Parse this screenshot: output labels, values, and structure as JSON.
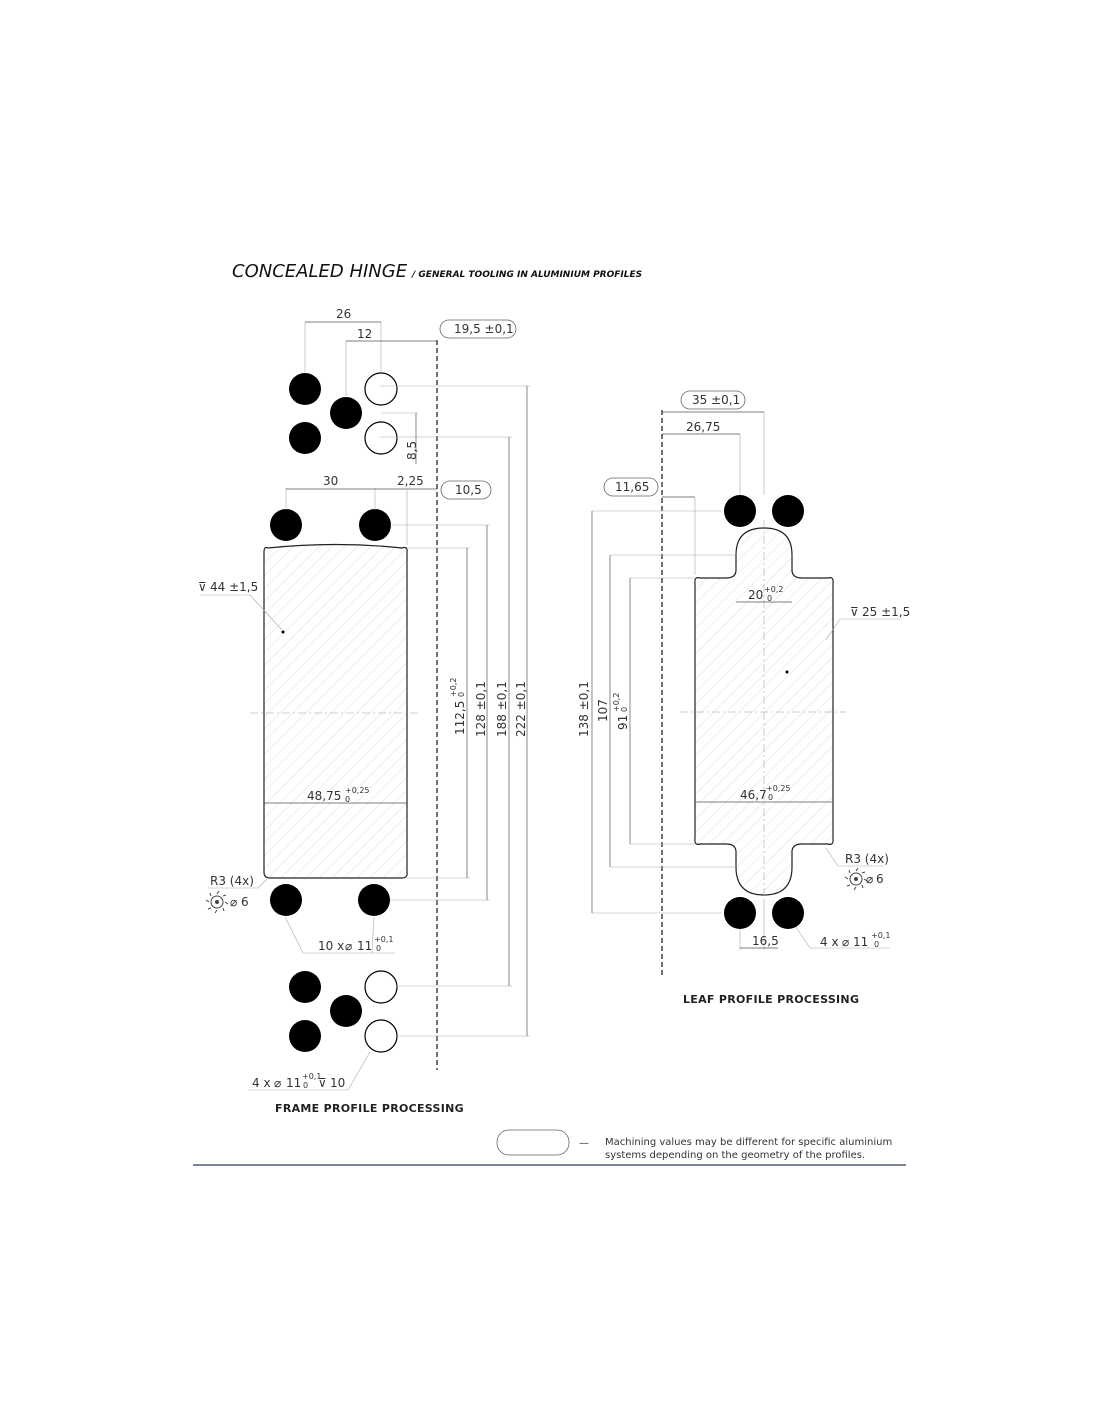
{
  "title": "CONCEALED HINGE",
  "subtitle": "/ GENERAL TOOLING IN ALUMINIUM PROFILES",
  "frame": {
    "caption": "FRAME PROFILE PROCESSING",
    "dim_26": "26",
    "dim_12": "12",
    "dim_19_5": "19,5 ±0,1",
    "dim_8_5": "8,5",
    "dim_30": "30",
    "dim_2_25": "2,25",
    "dim_10_5": "10,5",
    "depth_44": "44 ±1,5",
    "width_48_75": "48,75",
    "tol_48_75_upper": "+0,25",
    "tol_48_75_lower": "0",
    "dim_112_5": "112,5",
    "tol_112_5_upper": "+0,2",
    "tol_112_5_lower": "0",
    "dim_128": "128 ±0,1",
    "dim_188": "188 ±0,1",
    "dim_222": "222 ±0,1",
    "radius": "R3 (4x)",
    "tool_diam": "6",
    "holes_10x": "10 x",
    "holes_10x_diam": "11",
    "holes_10x_tol_upper": "+0,1",
    "holes_10x_tol_lower": "0",
    "holes_4x": "4 x",
    "holes_4x_diam": "11",
    "holes_4x_tol_upper": "+0,1",
    "holes_4x_tol_lower": "0",
    "holes_4x_depth": "10"
  },
  "leaf": {
    "caption": "LEAF PROFILE PROCESSING",
    "dim_35": "35 ±0,1",
    "dim_26_75": "26,75",
    "dim_11_65": "11,65",
    "dim_20": "20",
    "tol_20_upper": "+0,2",
    "tol_20_lower": "0",
    "depth_25": "25 ±1,5",
    "dim_138": "138 ±0,1",
    "dim_107": "107",
    "dim_91": "91",
    "tol_91_upper": "+0,2",
    "tol_91_lower": "0",
    "width_46_7": "46,7",
    "tol_46_7_upper": "+0,25",
    "tol_46_7_lower": "0",
    "radius": "R3 (4x)",
    "tool_diam": "6",
    "dim_16_5": "16,5",
    "holes_4x": "4 x",
    "holes_4x_diam": "11",
    "holes_4x_tol_upper": "+0,1",
    "holes_4x_tol_lower": "0"
  },
  "legend": {
    "dash": "—",
    "note_line1": "Machining values may be different for specific aluminium",
    "note_line2": "systems depending on the geometry of the profiles."
  }
}
